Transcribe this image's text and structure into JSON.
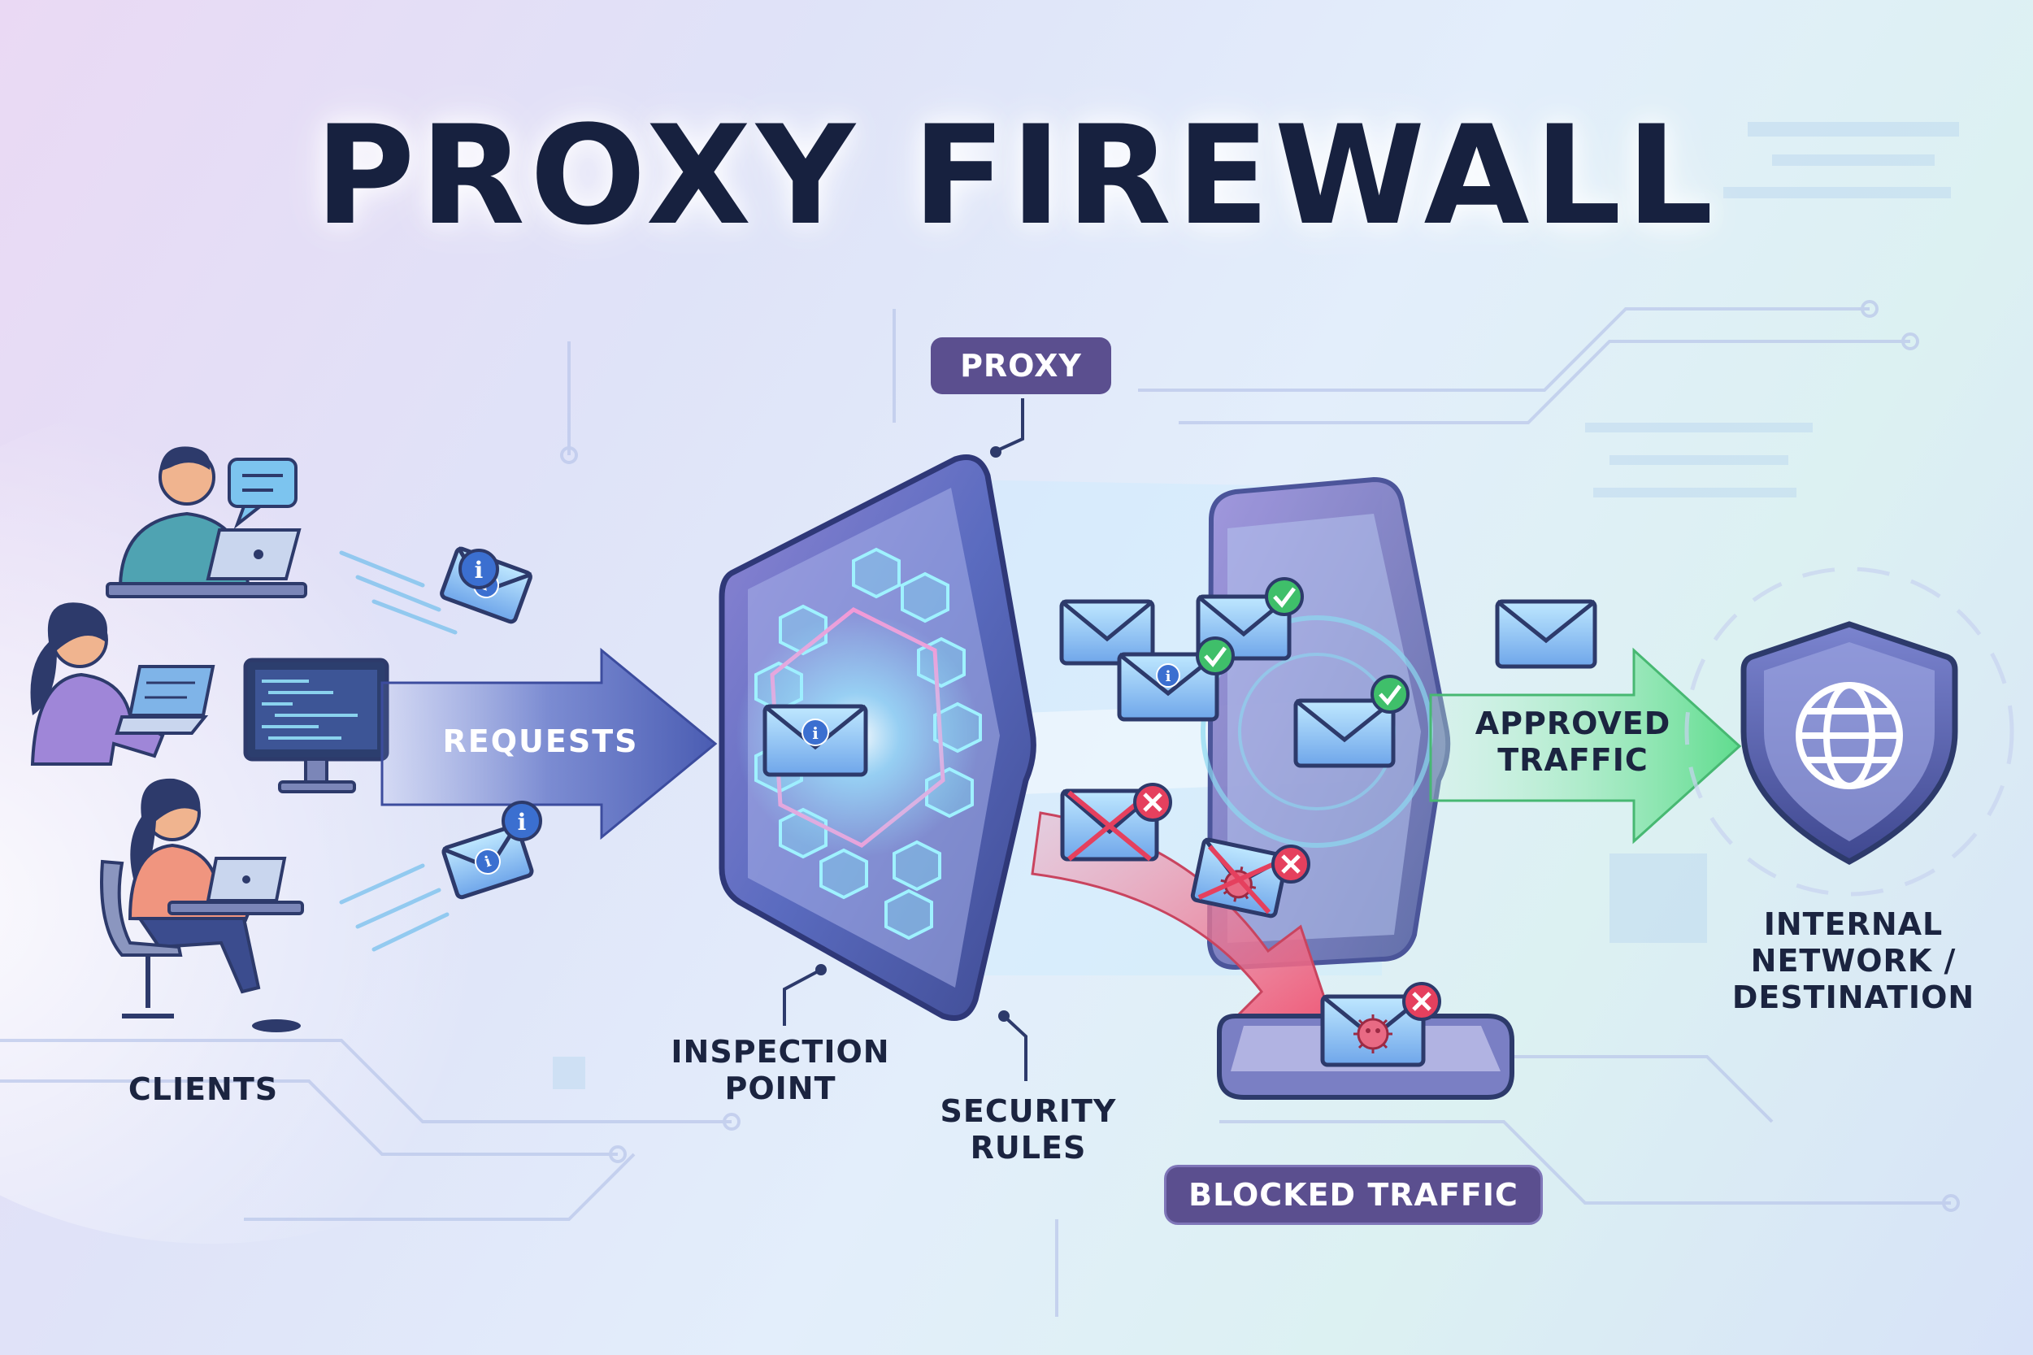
{
  "title": "PROXY FIREWALL",
  "labels": {
    "clients": "CLIENTS",
    "requests": "REQUESTS",
    "proxy": "PROXY",
    "inspection_point": "INSPECTION\nPOINT",
    "security_rules": "SECURITY\nRULES",
    "approved_traffic": "APPROVED\nTRAFFIC",
    "blocked_traffic": "BLOCKED TRAFFIC",
    "destination": "INTERNAL\nNETWORK /\nDESTINATION"
  },
  "colors": {
    "title": "#17213f",
    "requests_arrow": "#4f63b8",
    "approved_arrow": "#6fe09a",
    "blocked_arrow": "#f06c86",
    "tag_bg": "#5b4f8f",
    "approved_check": "#3fbf6a",
    "blocked_x": "#e5405e",
    "shield": "#5e66b0"
  },
  "icons": [
    "chat-bubble-icon",
    "laptop-icon",
    "monitor-icon",
    "envelope-icon",
    "info-badge-icon",
    "check-badge-icon",
    "x-badge-icon",
    "virus-icon",
    "shield-globe-icon"
  ]
}
